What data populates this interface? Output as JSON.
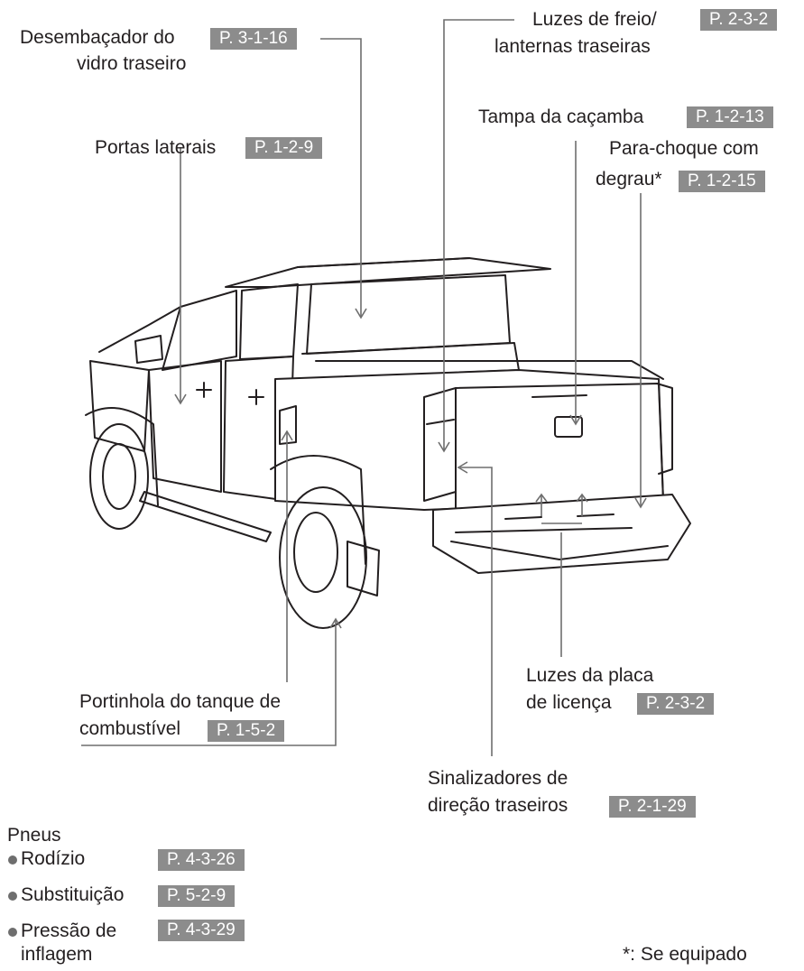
{
  "callouts": {
    "rear_defogger": {
      "line1": "Desembaçador do",
      "line2": "vidro traseiro",
      "ref": "P. 3-1-16"
    },
    "side_doors": {
      "label": "Portas laterais",
      "ref": "P. 1-2-9"
    },
    "brake_lights": {
      "line1": "Luzes de freio/",
      "line2": "lanternas traseiras",
      "ref": "P. 2-3-2"
    },
    "tailgate": {
      "label": "Tampa da caçamba",
      "ref": "P. 1-2-13"
    },
    "step_bumper": {
      "line1": "Para-choque com",
      "line2": "degrau*",
      "ref": "P. 1-2-15"
    },
    "fuel_door": {
      "line1": "Portinhola do tanque de",
      "line2": "combustível",
      "ref": "P. 1-5-2"
    },
    "license_lights": {
      "line1": "Luzes da placa",
      "line2": "de licença",
      "ref": "P. 2-3-2"
    },
    "rear_turn_signals": {
      "line1": "Sinalizadores de",
      "line2": "direção traseiros",
      "ref": "P. 2-1-29"
    }
  },
  "tires": {
    "heading": "Pneus",
    "items": [
      {
        "label": "Rodízio",
        "ref": "P. 4-3-26"
      },
      {
        "label": "Substituição",
        "ref": "P. 5-2-9"
      },
      {
        "label": "Pressão de",
        "label2": "inflagem",
        "ref": "P. 4-3-29"
      }
    ]
  },
  "footnote": "*: Se equipado",
  "colors": {
    "ref_bg": "#8c8c8c",
    "ref_text": "#ffffff",
    "text": "#231f20",
    "line": "#6e6e6e"
  }
}
